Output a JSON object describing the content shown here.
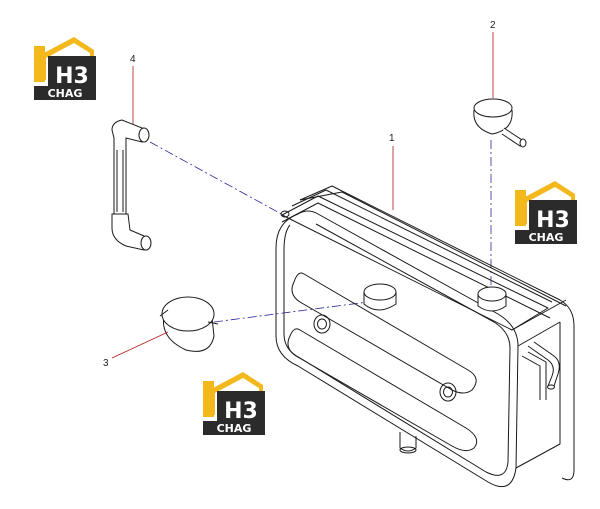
{
  "diagram": {
    "callouts": [
      {
        "id": "1",
        "label": "1"
      },
      {
        "id": "2",
        "label": "2"
      },
      {
        "id": "3",
        "label": "3"
      },
      {
        "id": "4",
        "label": "4"
      }
    ],
    "logo": {
      "mark": "H3",
      "caption": "CHAG"
    },
    "colors": {
      "line": "#1a1a1a",
      "leader": "#b01818",
      "center_line": "#2a2a9a",
      "logo_yellow": "#f2b81c",
      "logo_dark": "#2b2b2b"
    }
  }
}
